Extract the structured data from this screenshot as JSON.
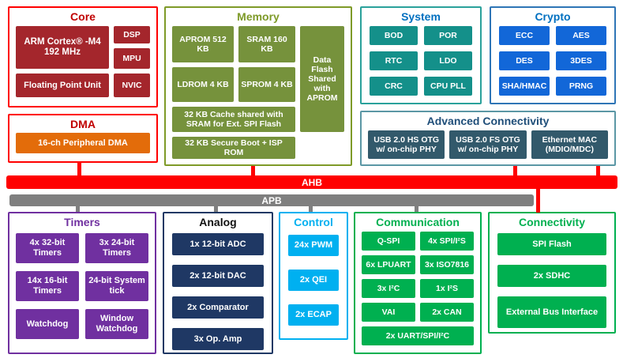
{
  "buses": {
    "ahb": "AHB",
    "apb": "APB"
  },
  "core": {
    "title": "Core",
    "cpu": "ARM Cortex® -M4 192 MHz",
    "dsp": "DSP",
    "mpu": "MPU",
    "fpu": "Floating Point Unit",
    "nvic": "NVIC"
  },
  "dma": {
    "title": "DMA",
    "pdma": "16-ch Peripheral DMA"
  },
  "memory": {
    "title": "Memory",
    "aprom": "APROM 512 KB",
    "sram": "SRAM 160 KB",
    "ldrom": "LDROM 4 KB",
    "sprom": "SPROM 4 KB",
    "data_flash": "Data Flash Shared with APROM",
    "cache": "32 KB Cache shared with SRAM for Ext. SPI Flash",
    "secure_boot": "32 KB Secure Boot + ISP ROM"
  },
  "system": {
    "title": "System",
    "items": [
      "BOD",
      "POR",
      "RTC",
      "LDO",
      "CRC",
      "CPU PLL"
    ]
  },
  "crypto": {
    "title": "Crypto",
    "items": [
      "ECC",
      "AES",
      "DES",
      "3DES",
      "SHA/HMAC",
      "PRNG"
    ]
  },
  "advanced_connectivity": {
    "title": "Advanced Connectivity",
    "items": [
      "USB 2.0 HS OTG w/ on-chip PHY",
      "USB 2.0 FS OTG w/ on-chip PHY",
      "Ethernet MAC (MDIO/MDC)"
    ]
  },
  "timers": {
    "title": "Timers",
    "items": [
      "4x 32-bit Timers",
      "3x 24-bit Timers",
      "14x 16-bit Timers",
      "24-bit System tick",
      "Watchdog",
      "Window Watchdog"
    ]
  },
  "analog": {
    "title": "Analog",
    "items": [
      "1x 12-bit ADC",
      "2x 12-bit DAC",
      "2x Comparator",
      "3x Op. Amp"
    ]
  },
  "control": {
    "title": "Control",
    "items": [
      "24x PWM",
      "2x QEI",
      "2x ECAP"
    ]
  },
  "communication": {
    "title": "Communication",
    "items": [
      "Q-SPI",
      "4x SPI/I²S",
      "6x LPUART",
      "3x ISO7816",
      "3x I²C",
      "1x I²S",
      "VAI",
      "2x CAN"
    ],
    "wide": "2x UART/SPI/I²C"
  },
  "connectivity": {
    "title": "Connectivity",
    "items": [
      "SPI Flash",
      "2x SDHC",
      "External Bus Interface"
    ]
  },
  "colors": {
    "ahb_bus": "#FF0000",
    "apb_bus": "#7F7F7F",
    "core_red": "#A4262C",
    "dma_orange": "#E36C0A",
    "memory_olive": "#76923C",
    "system_teal": "#14908A",
    "crypto_blue": "#1267D8",
    "advanced_slate": "#32596B",
    "timers_purple": "#7030A0",
    "analog_navy": "#1F3864",
    "control_cyan": "#00B0F0",
    "green": "#00B050"
  }
}
